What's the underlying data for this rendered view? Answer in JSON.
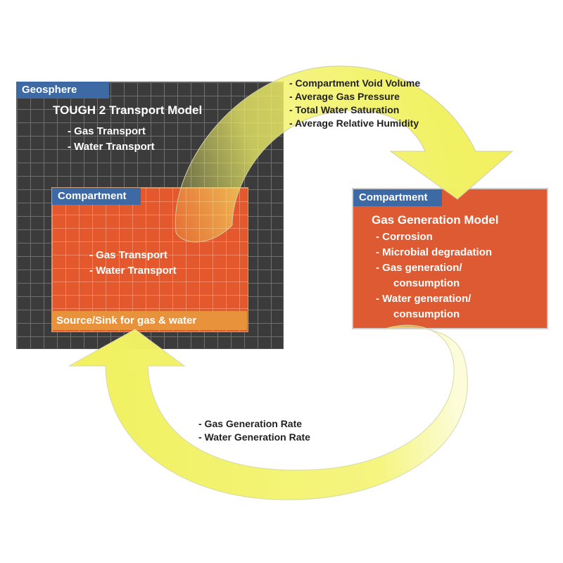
{
  "geosphere": {
    "tab_label": "Geosphere",
    "title": "TOUGH 2 Transport Model",
    "items": [
      "- Gas Transport",
      "- Water Transport"
    ]
  },
  "compartment_left": {
    "tab_label": "Compartment",
    "items": [
      "- Gas Transport",
      "- Water Transport"
    ],
    "source_label": "Source/Sink for gas & water"
  },
  "compartment_right": {
    "tab_label": "Compartment",
    "title": "Gas Generation Model",
    "items": [
      "- Corrosion",
      "- Microbial degradation",
      "- Gas generation/",
      "consumption",
      "- Water generation/",
      "consumption"
    ]
  },
  "top_arrow_list": [
    "- Compartment Void Volume",
    "- Average Gas Pressure",
    "- Total Water Saturation",
    "- Average Relative Humidity"
  ],
  "bottom_arrow_list": [
    "- Gas Generation Rate",
    "- Water Generation Rate"
  ],
  "colors": {
    "tab_blue": "#3d6aa5",
    "grid_dark": "#3b3b3b",
    "compartment_orange": "#e3592d",
    "source_bar": "#e8923b",
    "arrow_yellow": "#f3f36a"
  }
}
